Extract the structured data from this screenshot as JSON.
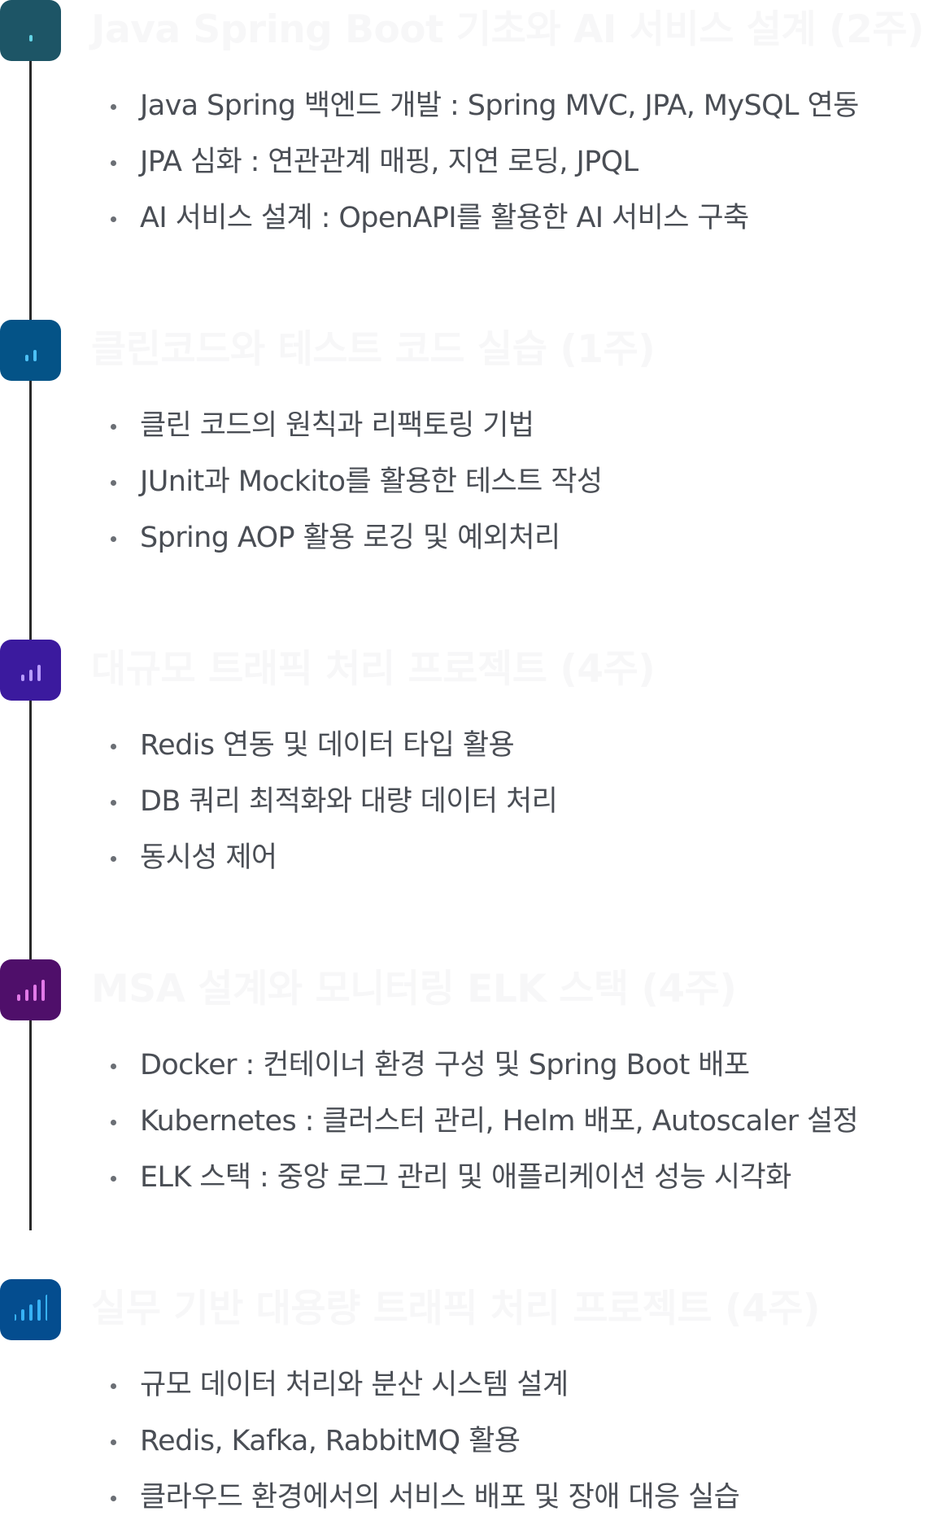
{
  "sections": [
    {
      "title": "Java Spring Boot 기초와 AI 서비스 설계 (2주)",
      "badge_color": "#1d5566",
      "icon": "signal-bars-1-icon",
      "items": [
        "Java Spring 백엔드 개발 : Spring MVC, JPA, MySQL 연동",
        "JPA 심화 : 연관관계 매핑, 지연 로딩, JPQL",
        "AI 서비스 설계 : OpenAPI를 활용한 AI 서비스 구축"
      ]
    },
    {
      "title": "클린코드와 테스트 코드 실습 (1주)",
      "badge_color": "#045387",
      "icon": "signal-bars-2-icon",
      "items": [
        "클린 코드의 원칙과 리팩토링 기법",
        "JUnit과 Mockito를 활용한 테스트 작성",
        "Spring AOP 활용 로깅 및 예외처리"
      ]
    },
    {
      "title": "대규모 트래픽 처리 프로젝트 (4주)",
      "badge_color": "#3b1a9e",
      "icon": "signal-bars-3-icon",
      "items": [
        "Redis 연동 및 데이터 타입 활용",
        "DB 쿼리 최적화와 대량 데이터 처리",
        "동시성 제어"
      ]
    },
    {
      "title": "MSA 설계와 모니터링 ELK 스택 (4주)",
      "badge_color": "#4f0f6a",
      "icon": "signal-bars-4-icon",
      "items": [
        "Docker : 컨테이너 환경 구성 및 Spring Boot 배포",
        "Kubernetes : 클러스터 관리, Helm 배포, Autoscaler 설정",
        "ELK 스택 : 중앙 로그 관리 및 애플리케이션 성능 시각화"
      ]
    },
    {
      "title": "실무 기반 대용량 트래픽 처리 프로젝트 (4주)",
      "badge_color": "#044d8f",
      "icon": "signal-bars-5-icon",
      "items": [
        "규모 데이터 처리와 분산 시스템 설계",
        "Redis, Kafka, RabbitMQ 활용",
        "클라우드 환경에서의 서비스 배포 및 장애 대응 실습"
      ]
    }
  ],
  "bar_colors": {
    "signal-bars-1-icon": "#63d4e6",
    "signal-bars-2-icon": "#4cc0f5",
    "signal-bars-3-icon": "#b89cff",
    "signal-bars-4-icon": "#e27ae8",
    "signal-bars-5-icon": "#37b2f5"
  }
}
